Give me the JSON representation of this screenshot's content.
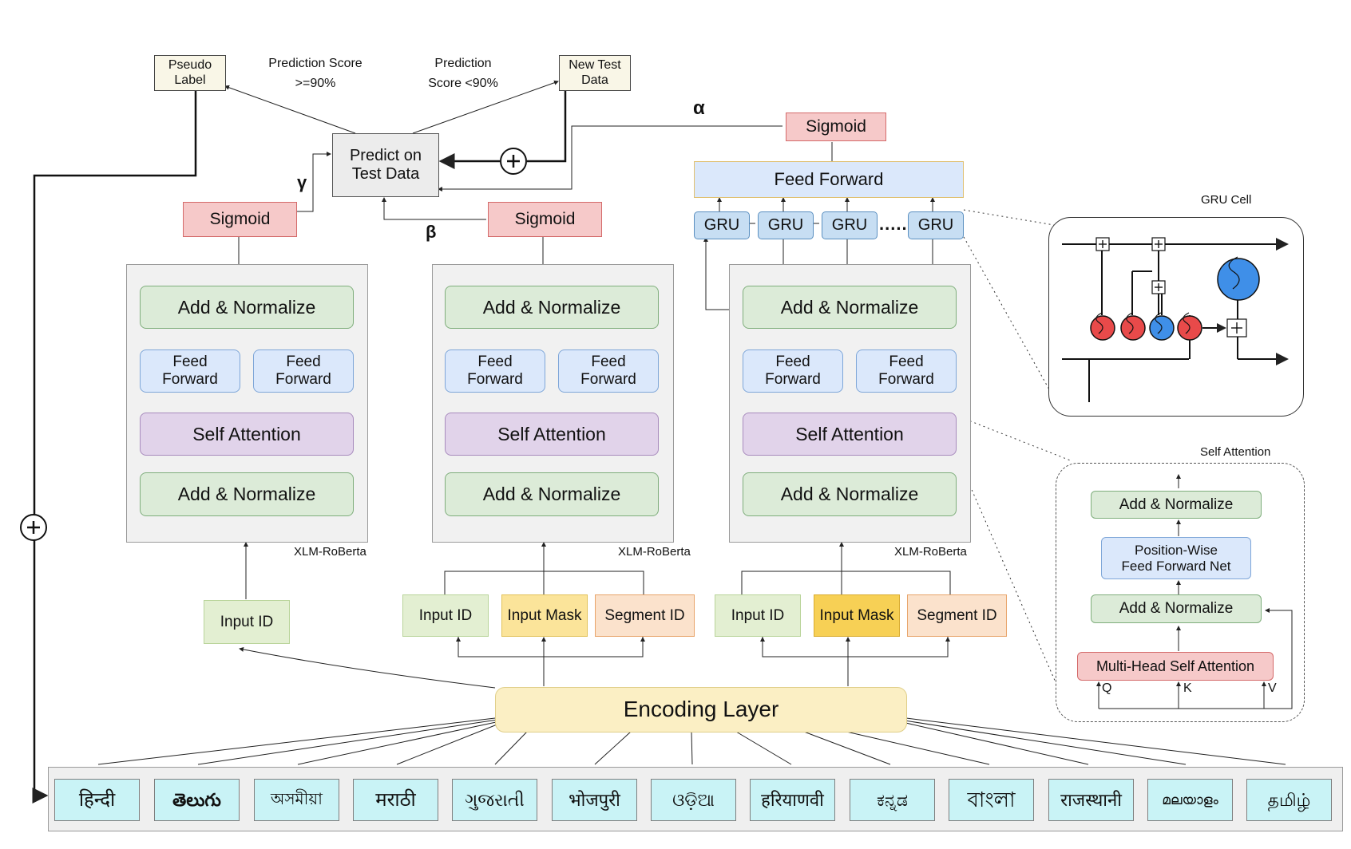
{
  "top": {
    "pseudo_label": "Pseudo\nLabel",
    "new_test_data": "New Test\nData",
    "pred_high": "Prediction Score\n>=90%",
    "pred_low": "Prediction\nScore <90%",
    "predict": "Predict on\nTest Data",
    "alpha": "α",
    "beta": "β",
    "gamma": "γ"
  },
  "sigmoid": "Sigmoid",
  "feed_forward": "Feed Forward",
  "gru": "GRU",
  "dots": ".....",
  "encoder": {
    "add_norm": "Add & Normalize",
    "ff": "Feed\nForward",
    "self_attention": "Self Attention",
    "model_name": "XLM-RoBerta"
  },
  "inputs": {
    "input_id": "Input ID",
    "input_mask": "Input Mask",
    "segment_id": "Segment ID"
  },
  "encoding_layer": "Encoding Layer",
  "languages": [
    "हिन्दी",
    "తెలుగు",
    "অসমীয়া",
    "मराठी",
    "ગુજરાતી",
    "भोजपुरी",
    "ଓଡ଼ିଆ",
    "हरियाणवी",
    "ಕನ್ನಡ",
    "বাংলা",
    "राजस्थानी",
    "മലയാളം",
    "தமிழ்"
  ],
  "gru_cell": {
    "title": "GRU Cell"
  },
  "self_attention_detail": {
    "title": "Self Attention",
    "add_norm_top": "Add & Normalize",
    "pwff": "Position-Wise\nFeed Forward Net",
    "add_norm_mid": "Add & Normalize",
    "mhsa": "Multi-Head Self Attention",
    "q": "Q",
    "k": "K",
    "v": "V"
  },
  "colors": {
    "green": "#dcebd8",
    "blue": "#dbe8fb",
    "purple": "#e1d3ea",
    "pink": "#f6c9c9",
    "gru_red": "#e84a4a",
    "gru_blue": "#3f8fe8"
  }
}
